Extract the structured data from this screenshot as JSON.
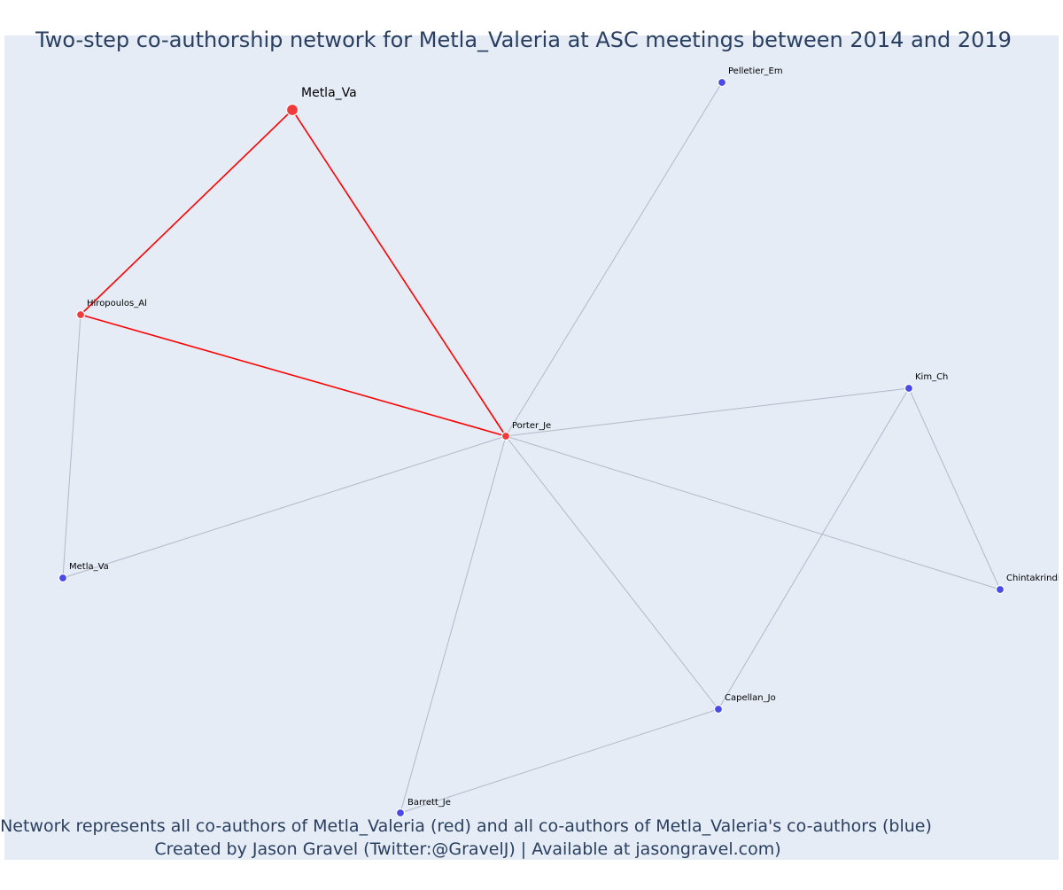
{
  "title": "Two-step co-authorship network for Metla_Valeria at ASC meetings between 2014 and 2019",
  "caption": {
    "line1": "Network represents all co-authors of Metla_Valeria (red) and all co-authors of Metla_Valeria's co-authors (blue)",
    "line2": "Created by Jason Gravel (Twitter:@GravelJ) | Available at jasongravel.com)"
  },
  "colors": {
    "focal_node": "#ef3b3b",
    "coauthor_node": "#ef3b3b",
    "second_step_node": "#4a4ae6",
    "focal_edge": "#ff0000",
    "other_edge": "#b2b8c8",
    "plot_background": "#e5ecf6"
  },
  "nodes": [
    {
      "id": "n0",
      "label": "Metla_Va",
      "group": "focal"
    },
    {
      "id": "n1",
      "label": "Pelletier_Em",
      "group": "second"
    },
    {
      "id": "n2",
      "label": "Hiropoulos_Al",
      "group": "coauthor"
    },
    {
      "id": "n3",
      "label": "Porter_Je",
      "group": "coauthor"
    },
    {
      "id": "n4",
      "label": "Kim_Ch",
      "group": "second"
    },
    {
      "id": "n5",
      "label": "Metla_Va",
      "group": "second"
    },
    {
      "id": "n6",
      "label": "Chintakrindi_",
      "group": "second"
    },
    {
      "id": "n7",
      "label": "Capellan_Jo",
      "group": "second"
    },
    {
      "id": "n8",
      "label": "Barrett_Je",
      "group": "second"
    }
  ],
  "edges": [
    {
      "source": "n0",
      "target": "n2",
      "kind": "focal"
    },
    {
      "source": "n0",
      "target": "n3",
      "kind": "focal"
    },
    {
      "source": "n2",
      "target": "n3",
      "kind": "focal"
    },
    {
      "source": "n2",
      "target": "n5",
      "kind": "other"
    },
    {
      "source": "n3",
      "target": "n1",
      "kind": "other"
    },
    {
      "source": "n3",
      "target": "n4",
      "kind": "other"
    },
    {
      "source": "n3",
      "target": "n5",
      "kind": "other"
    },
    {
      "source": "n3",
      "target": "n6",
      "kind": "other"
    },
    {
      "source": "n3",
      "target": "n7",
      "kind": "other"
    },
    {
      "source": "n3",
      "target": "n8",
      "kind": "other"
    },
    {
      "source": "n4",
      "target": "n6",
      "kind": "other"
    },
    {
      "source": "n4",
      "target": "n7",
      "kind": "other"
    },
    {
      "source": "n7",
      "target": "n8",
      "kind": "other"
    }
  ]
}
